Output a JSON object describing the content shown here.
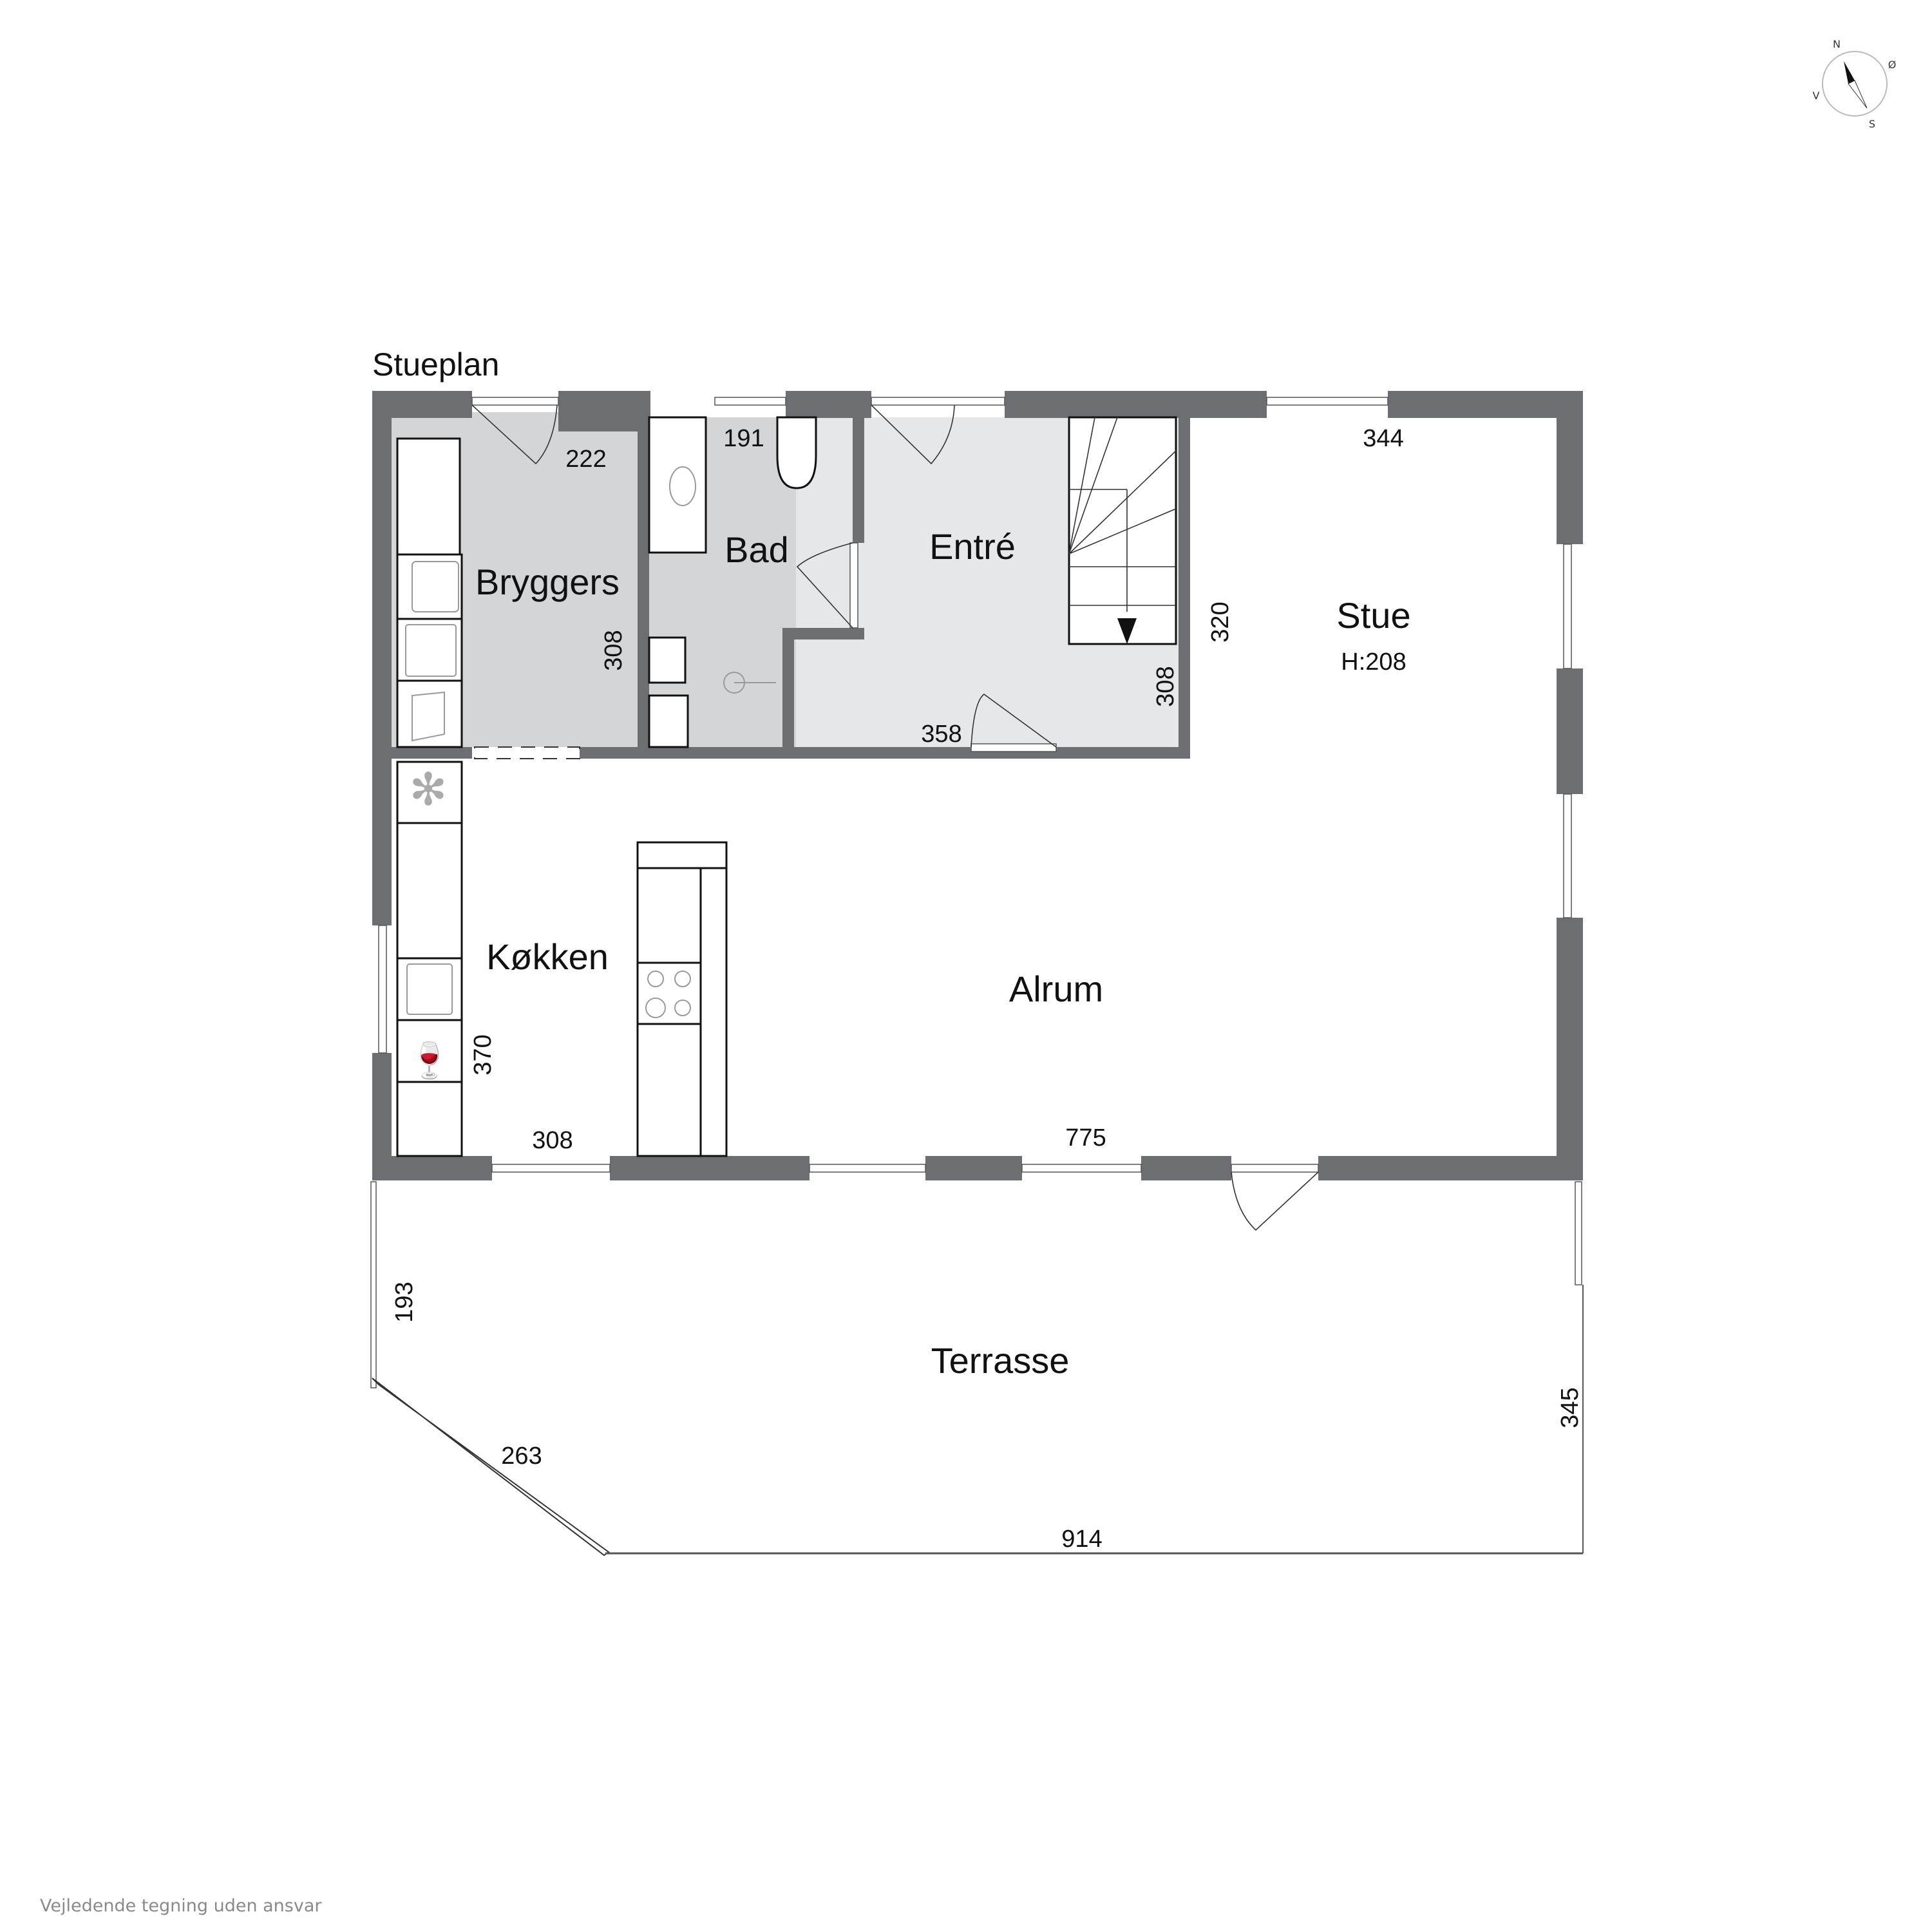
{
  "plan": {
    "title": "Stueplan",
    "disclaimer": "Vejledende tegning uden ansvar"
  },
  "compass": {
    "north": "N",
    "east": "Ø",
    "south": "S",
    "west": "V"
  },
  "rooms": {
    "bryggers": {
      "name": "Bryggers",
      "dims": [
        "222",
        "308"
      ]
    },
    "bad": {
      "name": "Bad",
      "dims": [
        "191"
      ]
    },
    "entre": {
      "name": "Entré",
      "dims": [
        "358",
        "308"
      ]
    },
    "stue": {
      "name": "Stue",
      "height": "H:208",
      "dims": [
        "344",
        "320"
      ]
    },
    "kokken": {
      "name": "Køkken",
      "dims": [
        "370",
        "308"
      ]
    },
    "alrum": {
      "name": "Alrum",
      "dims": [
        "775"
      ]
    },
    "terrasse": {
      "name": "Terrasse",
      "dims": [
        "193",
        "263",
        "914",
        "345"
      ]
    }
  },
  "colors": {
    "wall": "#6d6e71",
    "wet_room_fill": "#d4d5d7",
    "entry_fill": "#e6e7e8",
    "background": "#ffffff"
  }
}
